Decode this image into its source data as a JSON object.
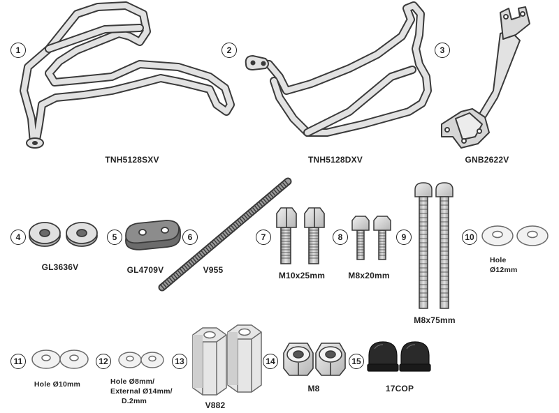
{
  "parts": [
    {
      "num": "1",
      "label": "TNH5128SXV"
    },
    {
      "num": "2",
      "label": "TNH5128DXV"
    },
    {
      "num": "3",
      "label": "GNB2622V"
    },
    {
      "num": "4",
      "label": "GL3636V"
    },
    {
      "num": "5",
      "label": "GL4709V"
    },
    {
      "num": "6",
      "label": "V955"
    },
    {
      "num": "7",
      "label": "M10x25mm"
    },
    {
      "num": "8",
      "label": "M8x20mm"
    },
    {
      "num": "9",
      "label": "M8x75mm"
    },
    {
      "num": "10",
      "label": "Hole Ø12mm"
    },
    {
      "num": "11",
      "label": "Hole Ø10mm"
    },
    {
      "num": "12",
      "label_lines": [
        "Hole Ø8mm/",
        "External Ø14mm/",
        "D.2mm"
      ]
    },
    {
      "num": "13",
      "label": "V882"
    },
    {
      "num": "14",
      "label": "M8"
    },
    {
      "num": "15",
      "label": "17COP"
    }
  ]
}
